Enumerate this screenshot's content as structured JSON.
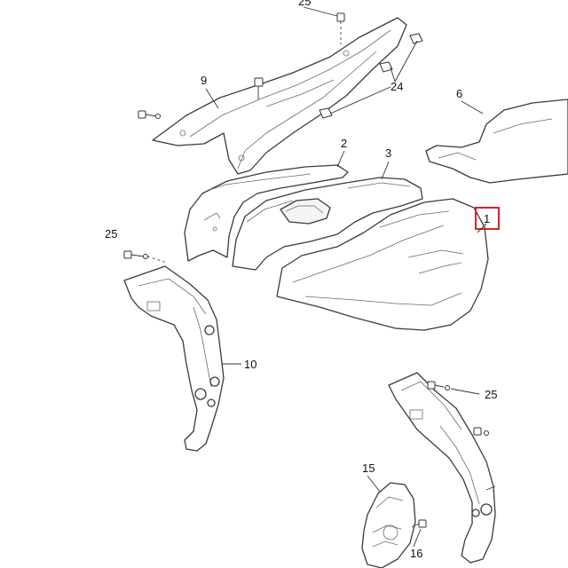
{
  "diagram": {
    "callouts": {
      "c25_top": "25",
      "c9": "9",
      "c24": "24",
      "c6": "6",
      "c2": "2",
      "c3": "3",
      "c1": "1",
      "c25_left": "25",
      "c10": "10",
      "c25_right": "25",
      "c15": "15",
      "c16": "16"
    },
    "highlight_color": "#d4242b"
  }
}
